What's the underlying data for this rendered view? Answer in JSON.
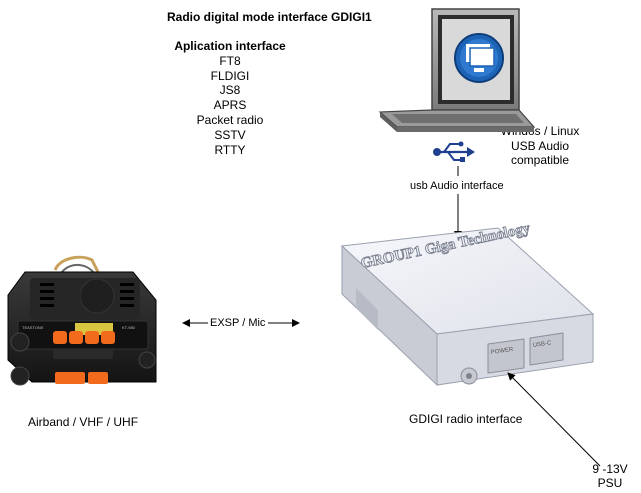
{
  "title": "Radio digital mode interface GDIGI1",
  "apps": {
    "heading": "Aplication interface",
    "items": [
      "FT8",
      "FLDIGI",
      "JS8",
      "APRS",
      "Packet radio",
      "SSTV",
      "RTTY"
    ]
  },
  "pc": {
    "lines": [
      "Windos / Linux",
      "USB Audio",
      "compatible"
    ]
  },
  "usb_link_label": "usb Audio interface",
  "box": {
    "top_text": "GROUP1 Giga Technology",
    "label": "GDIGI radio interface",
    "port1": "POWER",
    "port2": "USB-C"
  },
  "radio": {
    "label": "Airband / VHF / UHF",
    "brand": "TEASTONE",
    "model": "KT-980"
  },
  "link_label": "EXSP / Mic",
  "psu": {
    "lines": [
      "9 -13V",
      "PSU"
    ]
  },
  "colors": {
    "usb_symbol": "#1f3f8f",
    "screen": "#1d63b5",
    "buttons": "#f26b1d",
    "box_top": "#eef0f5"
  }
}
